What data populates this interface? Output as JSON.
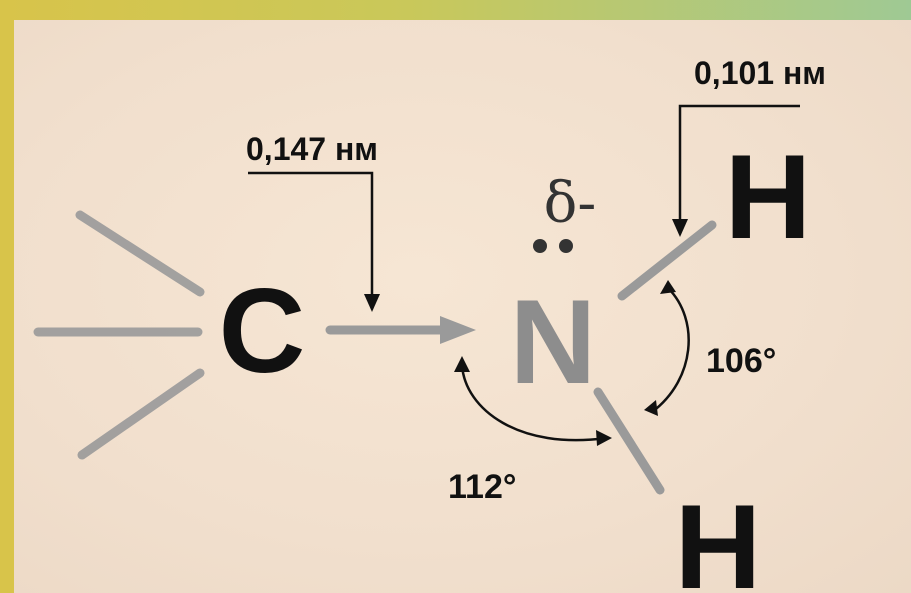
{
  "atoms": {
    "carbon": "C",
    "nitrogen": "N",
    "hydrogen_upper": "H",
    "hydrogen_lower": "H"
  },
  "charge": "δ-",
  "measurements": {
    "cn_bond_length": "0,147 нм",
    "nh_bond_length": "0,101 нм",
    "hnh_angle": "106°",
    "cnh_angle": "112°"
  },
  "colors": {
    "bond_gray": "#9a9a9a",
    "nitrogen_gray": "#8d8d8d",
    "text_black": "#111111",
    "panel_bg": "#f3e2d0",
    "frame_yellow": "#d8c44a"
  }
}
